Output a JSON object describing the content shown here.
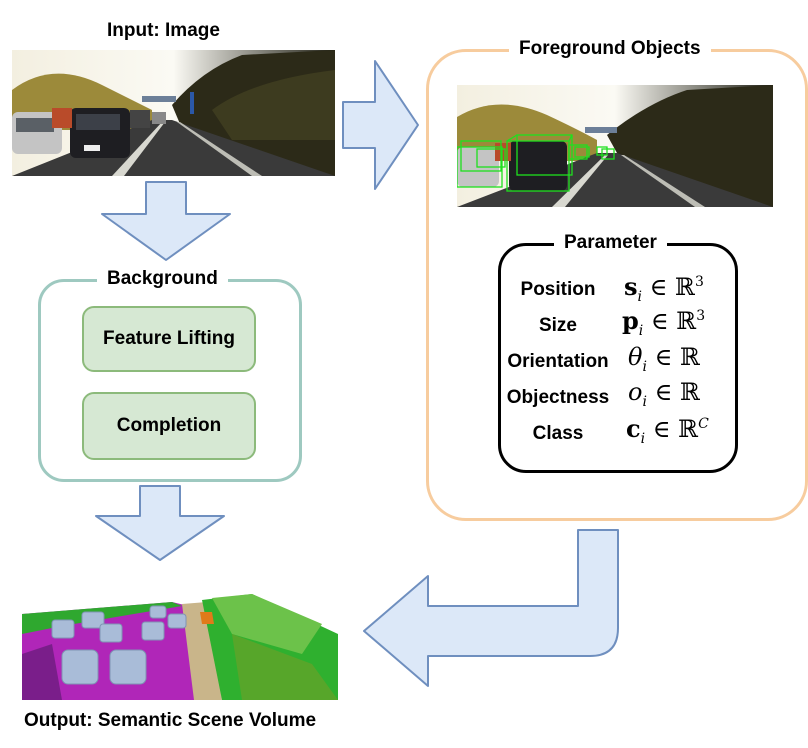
{
  "input": {
    "title": "Input: Image"
  },
  "background": {
    "title": "Background",
    "items": [
      "Feature Lifting",
      "Completion"
    ]
  },
  "foreground": {
    "title": "Foreground Objects"
  },
  "parameter": {
    "title": "Parameter",
    "rows": [
      {
        "label": "Position",
        "var": "s",
        "sub": "i",
        "set": "ℝ",
        "sup": "3",
        "bold": true
      },
      {
        "label": "Size",
        "var": "p",
        "sub": "i",
        "set": "ℝ",
        "sup": "3",
        "bold": true
      },
      {
        "label": "Orientation",
        "var": "θ",
        "sub": "i",
        "set": "ℝ",
        "sup": "",
        "bold": false
      },
      {
        "label": "Objectness",
        "var": "o",
        "sub": "i",
        "set": "ℝ",
        "sup": "",
        "bold": false
      },
      {
        "label": "Class",
        "var": "c",
        "sub": "i",
        "set": "ℝ",
        "sup": "C",
        "bold": true
      }
    ]
  },
  "output": {
    "title": "Output: Semantic Scene Volume"
  },
  "colors": {
    "arrow_fill": "#dce8f8",
    "arrow_stroke": "#6f8fbf",
    "background_border": "#9ec9c0",
    "foreground_border": "#f7cc9e",
    "box_fill": "#d6e8d3",
    "box_border": "#8cba7b"
  }
}
